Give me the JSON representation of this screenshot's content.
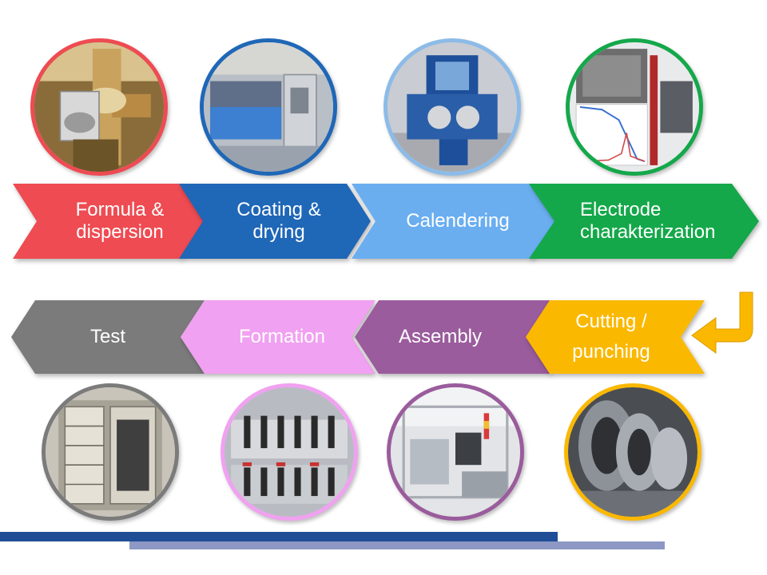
{
  "steps_top": [
    {
      "label": "Formula &\ndispersion",
      "color": "#ee4b52",
      "photo": "mixer-machine"
    },
    {
      "label": "Coating &\ndrying",
      "color": "#1f67b7",
      "photo": "coating-line"
    },
    {
      "label": "Calendering",
      "color": "#6aaef0",
      "photo": "calender-machine"
    },
    {
      "label": "Electrode\ncharakterization",
      "color": "#14a84a",
      "photo": "sem-and-tester"
    }
  ],
  "steps_bottom": [
    {
      "label": "Test",
      "color": "#7b7b7b",
      "photo": "test-cabinet"
    },
    {
      "label": "Formation",
      "color": "#f1a1f1",
      "photo": "formation-rack"
    },
    {
      "label": "Assembly",
      "color": "#9a5c9c",
      "photo": "assembly-cell"
    },
    {
      "label": "Cutting /\npunching",
      "color": "#fbb800",
      "photo": "slitting-blades"
    }
  ],
  "connector": {
    "icon": "turn-arrow-icon",
    "color": "#fbb800"
  },
  "footer": {
    "bar_dark": "#1f4e96",
    "bar_light": "#8d98c4"
  }
}
